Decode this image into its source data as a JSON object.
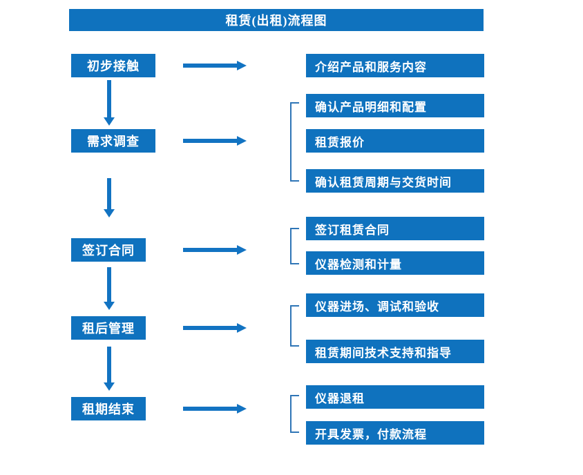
{
  "title": "租赁(出租)流程图",
  "colors": {
    "primary": "#0f72be",
    "arrow": "#1273c2",
    "bracket": "#2e75b6",
    "text_on_primary": "#ffffff"
  },
  "flow": [
    {
      "step": "初步接触",
      "details": [
        "介绍产品和服务内容"
      ]
    },
    {
      "step": "需求调查",
      "details": [
        "确认产品明细和配置",
        "租赁报价",
        "确认租赁周期与交货时间"
      ]
    },
    {
      "step": "签订合同",
      "details": [
        "签订租赁合同",
        "仪器检测和计量"
      ]
    },
    {
      "step": "租后管理",
      "details": [
        "仪器进场、调试和验收",
        "租赁期间技术支持和指导"
      ]
    },
    {
      "step": "租期结束",
      "details": [
        "仪器退租",
        "开具发票，付款流程"
      ]
    }
  ]
}
